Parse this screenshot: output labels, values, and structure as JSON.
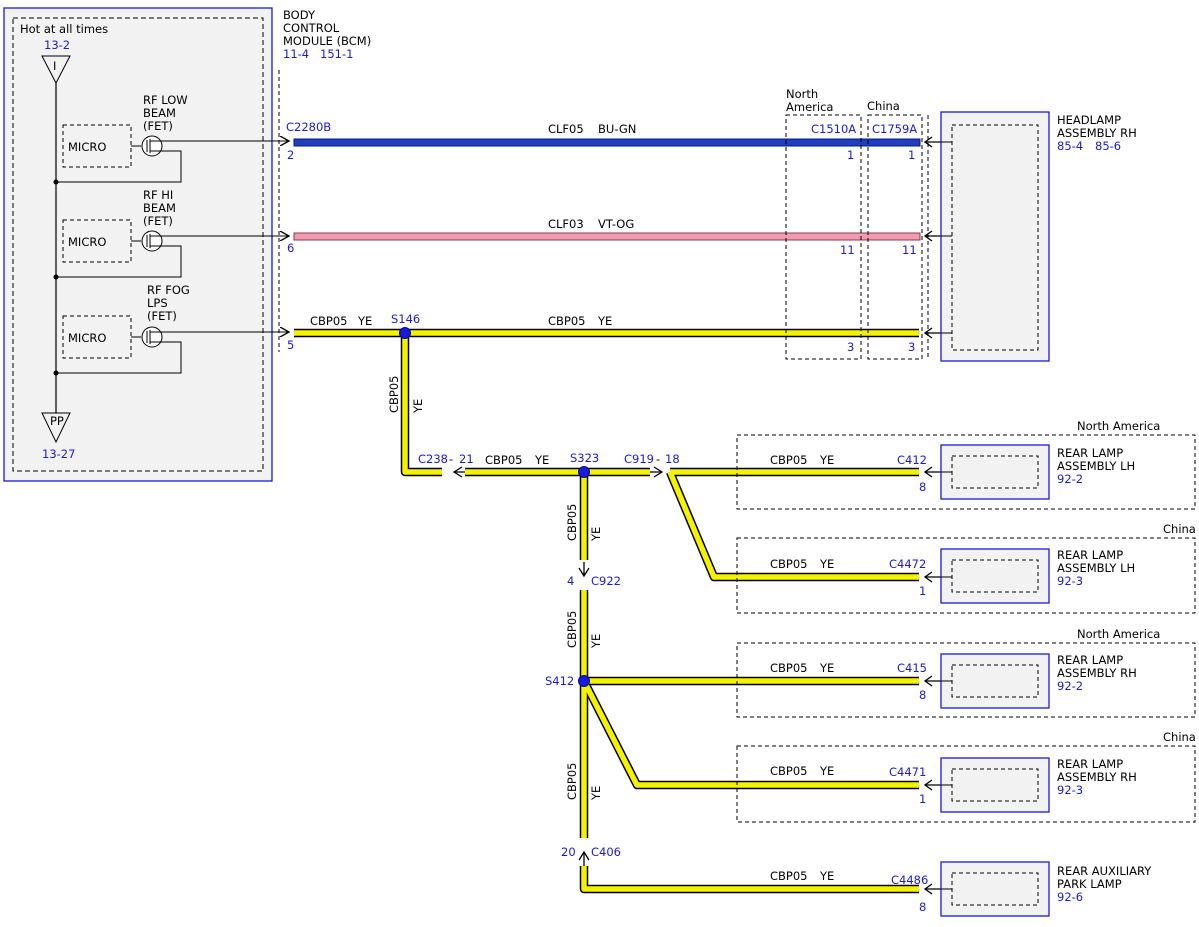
{
  "colors": {
    "blue_wire": "#1f3fbf",
    "blue_wire_dark": "#0a1a80",
    "pink_wire": "#f19bb0",
    "yellow_wire": "#f5f200",
    "module_fill": "#f2f2f2",
    "ref_text": "#1a1adc",
    "component_border": "#1a1adc",
    "splice_dot": "#1a1adc"
  },
  "bcm": {
    "name_lines": [
      "BODY",
      "CONTROL",
      "MODULE (BCM)"
    ],
    "refs": [
      "11-4",
      "151-1"
    ],
    "hot_label": "Hot at all times",
    "power_ref": "13-2",
    "power_symbol": "I",
    "ground_symbol": "PP",
    "ground_ref": "13-27",
    "micro_label": "MICRO",
    "channels": [
      {
        "label_lines": [
          "RF LOW",
          "BEAM",
          "(FET)"
        ],
        "pin": "2"
      },
      {
        "label_lines": [
          "RF HI",
          "BEAM",
          "(FET)"
        ],
        "pin": "6"
      },
      {
        "label_lines": [
          "RF FOG",
          "LPS",
          "(FET)"
        ],
        "pin": "5"
      }
    ],
    "connector": "C2280B"
  },
  "headlamp": {
    "name_lines": [
      "HEADLAMP",
      "ASSEMBLY RH"
    ],
    "refs": [
      "85-4",
      "85-6"
    ],
    "region_north_america": [
      "North",
      "America"
    ],
    "region_china": "China",
    "connector_na": "C1510A",
    "connector_china": "C1759A",
    "pins_na": [
      "1",
      "11",
      "3"
    ],
    "pins_china": [
      "1",
      "11",
      "3"
    ]
  },
  "wires": {
    "clf05": {
      "circuit": "CLF05",
      "color": "BU-GN"
    },
    "clf03": {
      "circuit": "CLF03",
      "color": "VT-OG"
    },
    "cbp05": {
      "circuit": "CBP05",
      "color": "YE"
    }
  },
  "splices": {
    "s146": "S146",
    "s323": "S323",
    "s412": "S412"
  },
  "inline_connectors": {
    "c238": {
      "name": "C238",
      "pin": "21"
    },
    "c919": {
      "name": "C919",
      "pin": "18"
    },
    "c922": {
      "name": "C922",
      "pin": "4"
    },
    "c406": {
      "name": "C406",
      "pin": "20"
    }
  },
  "rear_loads": [
    {
      "region": "North America",
      "connector": "C412",
      "pin": "8",
      "name_lines": [
        "REAR LAMP",
        "ASSEMBLY LH"
      ],
      "ref": "92-2"
    },
    {
      "region": "China",
      "connector": "C4472",
      "pin": "1",
      "name_lines": [
        "REAR LAMP",
        "ASSEMBLY LH"
      ],
      "ref": "92-3"
    },
    {
      "region": "North America",
      "connector": "C415",
      "pin": "8",
      "name_lines": [
        "REAR LAMP",
        "ASSEMBLY RH"
      ],
      "ref": "92-2"
    },
    {
      "region": "China",
      "connector": "C4471",
      "pin": "1",
      "name_lines": [
        "REAR LAMP",
        "ASSEMBLY RH"
      ],
      "ref": "92-3"
    },
    {
      "region": "",
      "connector": "C4486",
      "pin": "8",
      "name_lines": [
        "REAR AUXILIARY",
        "PARK LAMP"
      ],
      "ref": "92-6"
    }
  ]
}
